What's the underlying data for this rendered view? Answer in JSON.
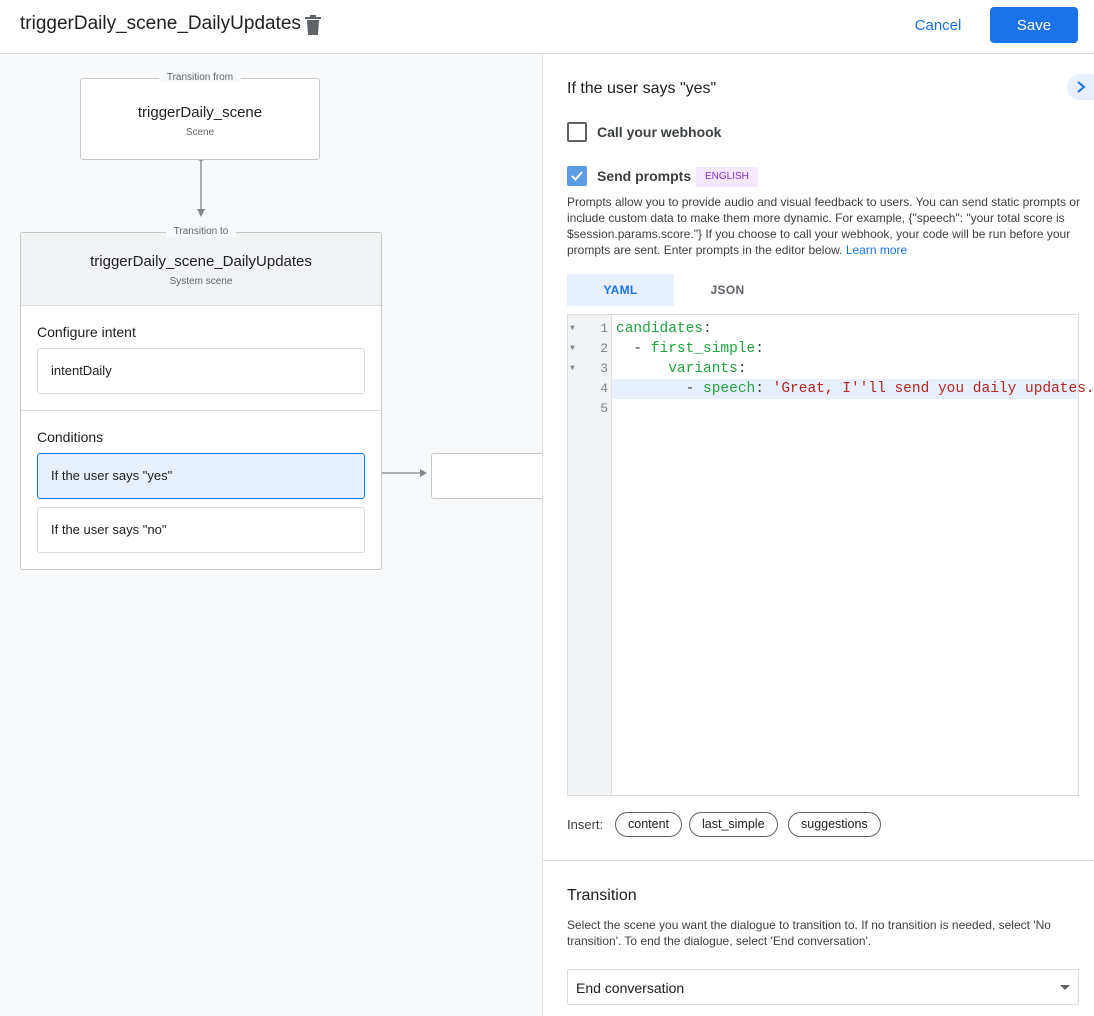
{
  "header": {
    "title": "triggerDaily_scene_DailyUpdates",
    "cancel": "Cancel",
    "save": "Save"
  },
  "canvas": {
    "from": {
      "legend": "Transition from",
      "name": "triggerDaily_scene",
      "type": "Scene"
    },
    "to": {
      "legend": "Transition to",
      "name": "triggerDaily_scene_DailyUpdates",
      "type": "System scene",
      "intent_heading": "Configure intent",
      "intent": "intentDaily",
      "conditions_heading": "Conditions",
      "conditions": [
        "If the user says \"yes\"",
        "If the user says \"no\""
      ]
    }
  },
  "panel": {
    "heading": "If the user says \"yes\"",
    "webhook": {
      "label": "Call your webhook",
      "checked": false
    },
    "prompts": {
      "label": "Send prompts",
      "checked": true,
      "badge": "ENGLISH",
      "description": "Prompts allow you to provide audio and visual feedback to users. You can send static prompts or include custom data to make them more dynamic. For example, {\"speech\": \"your total score is $session.params.score.\"} If you choose to call your webhook, your code will be run before your prompts are sent. Enter prompts in the editor below.",
      "learn_more": "Learn more"
    },
    "tabs": [
      {
        "label": "YAML",
        "active": true
      },
      {
        "label": "JSON",
        "active": false
      }
    ],
    "editor": {
      "lines": [
        {
          "num": "1",
          "fold": true,
          "indent": "",
          "dash": "",
          "key": "candidates",
          "sep": ":",
          "str": ""
        },
        {
          "num": "2",
          "fold": true,
          "indent": "  ",
          "dash": "- ",
          "key": "first_simple",
          "sep": ":",
          "str": ""
        },
        {
          "num": "3",
          "fold": true,
          "indent": "      ",
          "dash": "",
          "key": "variants",
          "sep": ":",
          "str": ""
        },
        {
          "num": "4",
          "fold": false,
          "indent": "        ",
          "dash": "- ",
          "key": "speech",
          "sep": ": ",
          "str": "'Great, I''ll send you daily updates."
        },
        {
          "num": "5",
          "fold": false,
          "indent": "",
          "dash": "",
          "key": "",
          "sep": "",
          "str": ""
        }
      ],
      "active_line": 4
    },
    "insert": {
      "label": "Insert:",
      "chips": [
        "content",
        "last_simple",
        "suggestions"
      ]
    },
    "transition": {
      "heading": "Transition",
      "description": "Select the scene you want the dialogue to transition to. If no transition is needed, select 'No transition'. To end the dialogue, select 'End conversation'.",
      "selected": "End conversation"
    }
  },
  "colors": {
    "accent": "#1a73e8",
    "checkbox": "#5c9ce6",
    "badge_bg": "#f3e8fd",
    "badge_text": "#8430ce"
  }
}
